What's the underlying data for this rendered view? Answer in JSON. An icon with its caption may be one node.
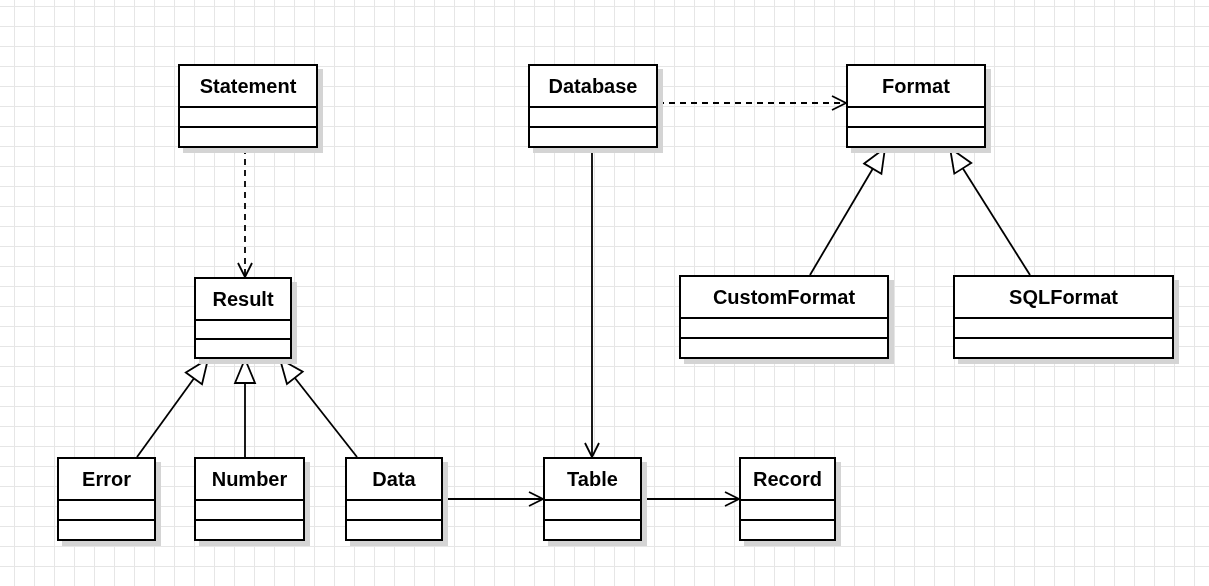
{
  "diagram": {
    "nodes": [
      {
        "text": [
          "Statement"
        ]
      },
      {
        "text": [
          "Database"
        ]
      },
      {
        "text": [
          "Format"
        ]
      },
      {
        "text": [
          "Result"
        ]
      },
      {
        "text": [
          "CustomFormat"
        ]
      },
      {
        "text": [
          "SQLFormat"
        ]
      },
      {
        "text": [
          "Error"
        ]
      },
      {
        "text": [
          "Number"
        ]
      },
      {
        "text": [
          "Data"
        ]
      },
      {
        "text": [
          "Table"
        ]
      },
      {
        "text": [
          "Record"
        ]
      }
    ],
    "edges": [
      {
        "from": 0,
        "to": 3,
        "arrow": "to",
        "style": "dashed"
      },
      {
        "from": 1,
        "to": 2,
        "arrow": "to",
        "style": "dashed"
      },
      {
        "from": 1,
        "to": 9,
        "arrow": "to"
      },
      {
        "from": 4,
        "to": 2,
        "arrow": "to"
      },
      {
        "from": 5,
        "to": 2,
        "arrow": "to"
      },
      {
        "from": 6,
        "to": 3,
        "arrow": "to"
      },
      {
        "from": 7,
        "to": 3,
        "arrow": "to"
      },
      {
        "from": 8,
        "to": 3,
        "arrow": "to"
      },
      {
        "from": 8,
        "to": 9,
        "arrow": "to"
      },
      {
        "from": 9,
        "to": 10,
        "arrow": "to"
      }
    ]
  }
}
